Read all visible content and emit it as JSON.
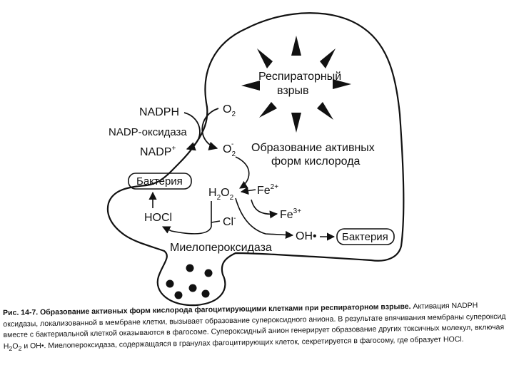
{
  "figure": {
    "respiratory_burst_line1": "Респираторный",
    "respiratory_burst_line2": "взрыв",
    "nadph": "NADPH",
    "nadp_oxidase": "NADP-оксидаза",
    "nadp_plus": "NADP",
    "nadp_plus_sup": "+",
    "o2": "O",
    "o2_sub": "2",
    "o2_minus": "O",
    "o2_minus_sub": "2",
    "o2_minus_sup": "-",
    "ros_line1": "Образование активных",
    "ros_line2": "форм кислорода",
    "bacteria_left": "Бактерия",
    "h2o2_a": "H",
    "h2o2_sub1": "2",
    "h2o2_b": "O",
    "h2o2_sub2": "2",
    "fe2": "Fe",
    "fe2_sup": "2+",
    "fe3": "Fe",
    "fe3_sup": "3+",
    "hocl": "HOCl",
    "cl_minus": "Cl",
    "cl_minus_sup": "-",
    "oh_radical": "OH•",
    "bacteria_right": "Бактерия",
    "myeloperoxidase": "Миелопероксидаза"
  },
  "caption": {
    "title": "Рис. 14-7. Образование активных форм кислорода фагоцитирующими клетками при респираторном взрыве.",
    "part1": " Активация NADPH оксидазы, локализованной в мембране клетки, вызывает образование супероксидного аниона. В результате впячивания мембраны супероксид вместе с бактериальной клеткой оказываются в фагосоме. Супероксидный анион генерирует образование других токсичных молекул, включая H",
    "sub1": "2",
    "part2": "O",
    "sub2": "2",
    "part3": " и OH•. Миелопероксидаза, содержащаяся в гранулах фагоцитирующих клеток, секретируется в фагосому, где образует HOCl."
  }
}
